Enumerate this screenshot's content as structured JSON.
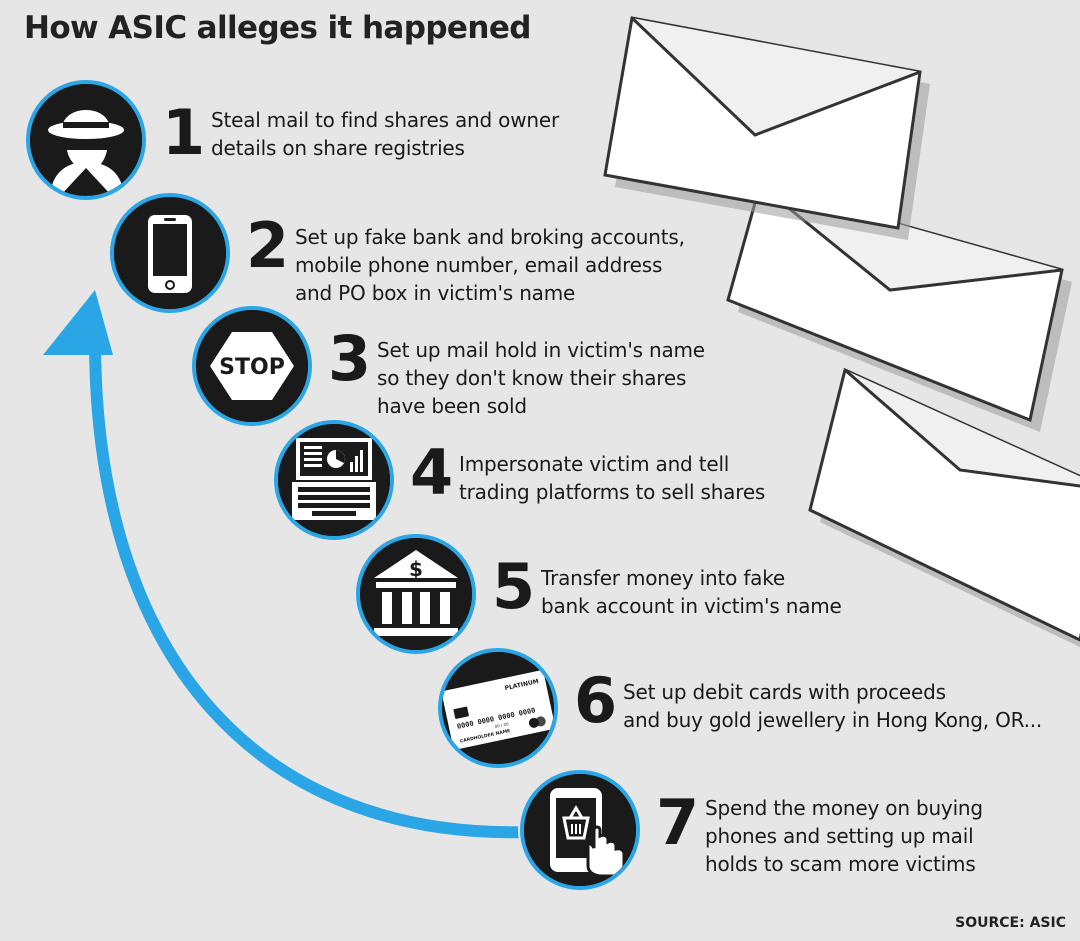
{
  "title": "How ASIC alleges it happened",
  "source": "SOURCE: ASIC",
  "accent_color": "#2aa5e6",
  "steps": [
    {
      "number": "1",
      "icon": "spy-hat-icon",
      "lines": [
        "Steal mail to find shares and owner",
        "details on share registries"
      ]
    },
    {
      "number": "2",
      "icon": "mobile-phone-icon",
      "lines": [
        "Set up fake bank and broking accounts,",
        "mobile phone number, email address",
        "and PO box in victim's name"
      ]
    },
    {
      "number": "3",
      "icon": "stop-sign-icon",
      "icon_text": "STOP",
      "lines": [
        "Set up mail hold in victim's name",
        "so they don't know their shares",
        "have been sold"
      ]
    },
    {
      "number": "4",
      "icon": "laptop-trading-icon",
      "lines": [
        "Impersonate victim and tell",
        "trading platforms to sell shares"
      ]
    },
    {
      "number": "5",
      "icon": "bank-icon",
      "icon_text": "$",
      "lines": [
        "Transfer money into fake",
        "bank account in victim's name"
      ]
    },
    {
      "number": "6",
      "icon": "debit-card-icon",
      "card": {
        "brand": "PLATINUM",
        "number": "0000 0000 0000 0000",
        "expiry": "00 / 00",
        "holder": "CARDHOLDER NAME"
      },
      "lines": [
        "Set up debit cards with proceeds",
        "and buy gold jewellery in Hong Kong, OR..."
      ]
    },
    {
      "number": "7",
      "icon": "shopping-phone-icon",
      "lines": [
        "Spend the money on buying",
        "phones and setting up mail",
        "holds to scam more victims"
      ]
    }
  ]
}
